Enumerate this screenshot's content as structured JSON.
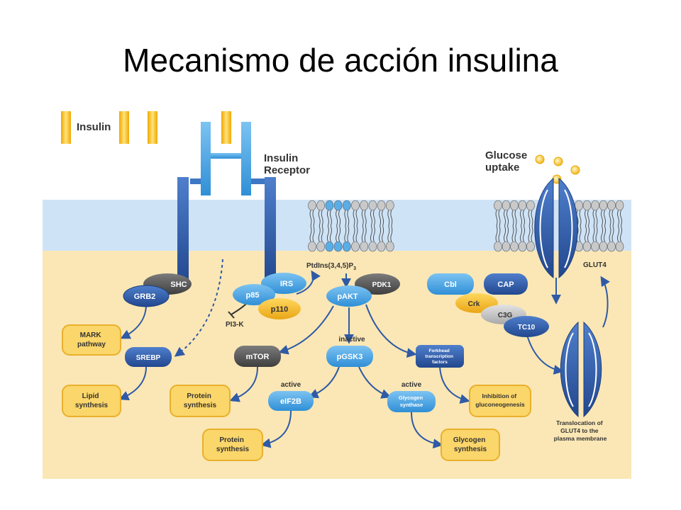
{
  "title": "Mecanismo de acción insulina",
  "labels": {
    "insulin": "Insulin",
    "insulin_receptor": [
      "Insulin",
      "Receptor"
    ],
    "glucose_uptake": [
      "Glucose",
      "uptake"
    ],
    "ptdins": "PtdIns(3,4,5)P",
    "ptdins_sub": "3",
    "pi3k": "PI3-K",
    "inactive": "inactive",
    "active_left": "active",
    "active_right": "active",
    "crk": "Crk",
    "glut4": "GLUT4",
    "translocation": [
      "Translocation of",
      "GLUT4 to the",
      "plasma membrane"
    ]
  },
  "proteins": {
    "shc": "SHC",
    "grb2": "GRB2",
    "irs": "IRS",
    "p85": "p85",
    "p110": "p110",
    "pdk1": "PDK1",
    "pakt": "pAKT",
    "cbl": "Cbl",
    "cap": "CAP",
    "c3g": "C3G",
    "tc10": "TC10",
    "srebp": "SREBP",
    "mtor": "mTOR",
    "pgsk3": "pGSK3",
    "forkhead": [
      "Forkhead",
      "transcription",
      "factors"
    ],
    "eif2b": "eIF2B",
    "glycogen_synthase": [
      "Glycogen",
      "synthase"
    ]
  },
  "outcomes": {
    "mark": [
      "MARK",
      "pathway"
    ],
    "lipid": [
      "Lipid",
      "synthesis"
    ],
    "protein1": [
      "Protein",
      "synthesis"
    ],
    "protein2": [
      "Protein",
      "synthesis"
    ],
    "glycogen": [
      "Glycogen",
      "synthesis"
    ],
    "gluconeo": [
      "Inhibition of",
      "gluconeogenesis"
    ]
  },
  "colors": {
    "membrane": "#cfe3f6",
    "cytoplasm": "#fbe7b5",
    "receptor_dark": "#2f5aa6",
    "receptor_light": "#5aaee8",
    "insulin": "#f6c23a",
    "node_blue": "#2f5aa6",
    "node_light": "#4aa3df",
    "node_gray": "#5b5b5b",
    "node_yellow": "#f2b72a",
    "outcome_fill": "#fbd66a",
    "arrow": "#2f5aa6"
  }
}
